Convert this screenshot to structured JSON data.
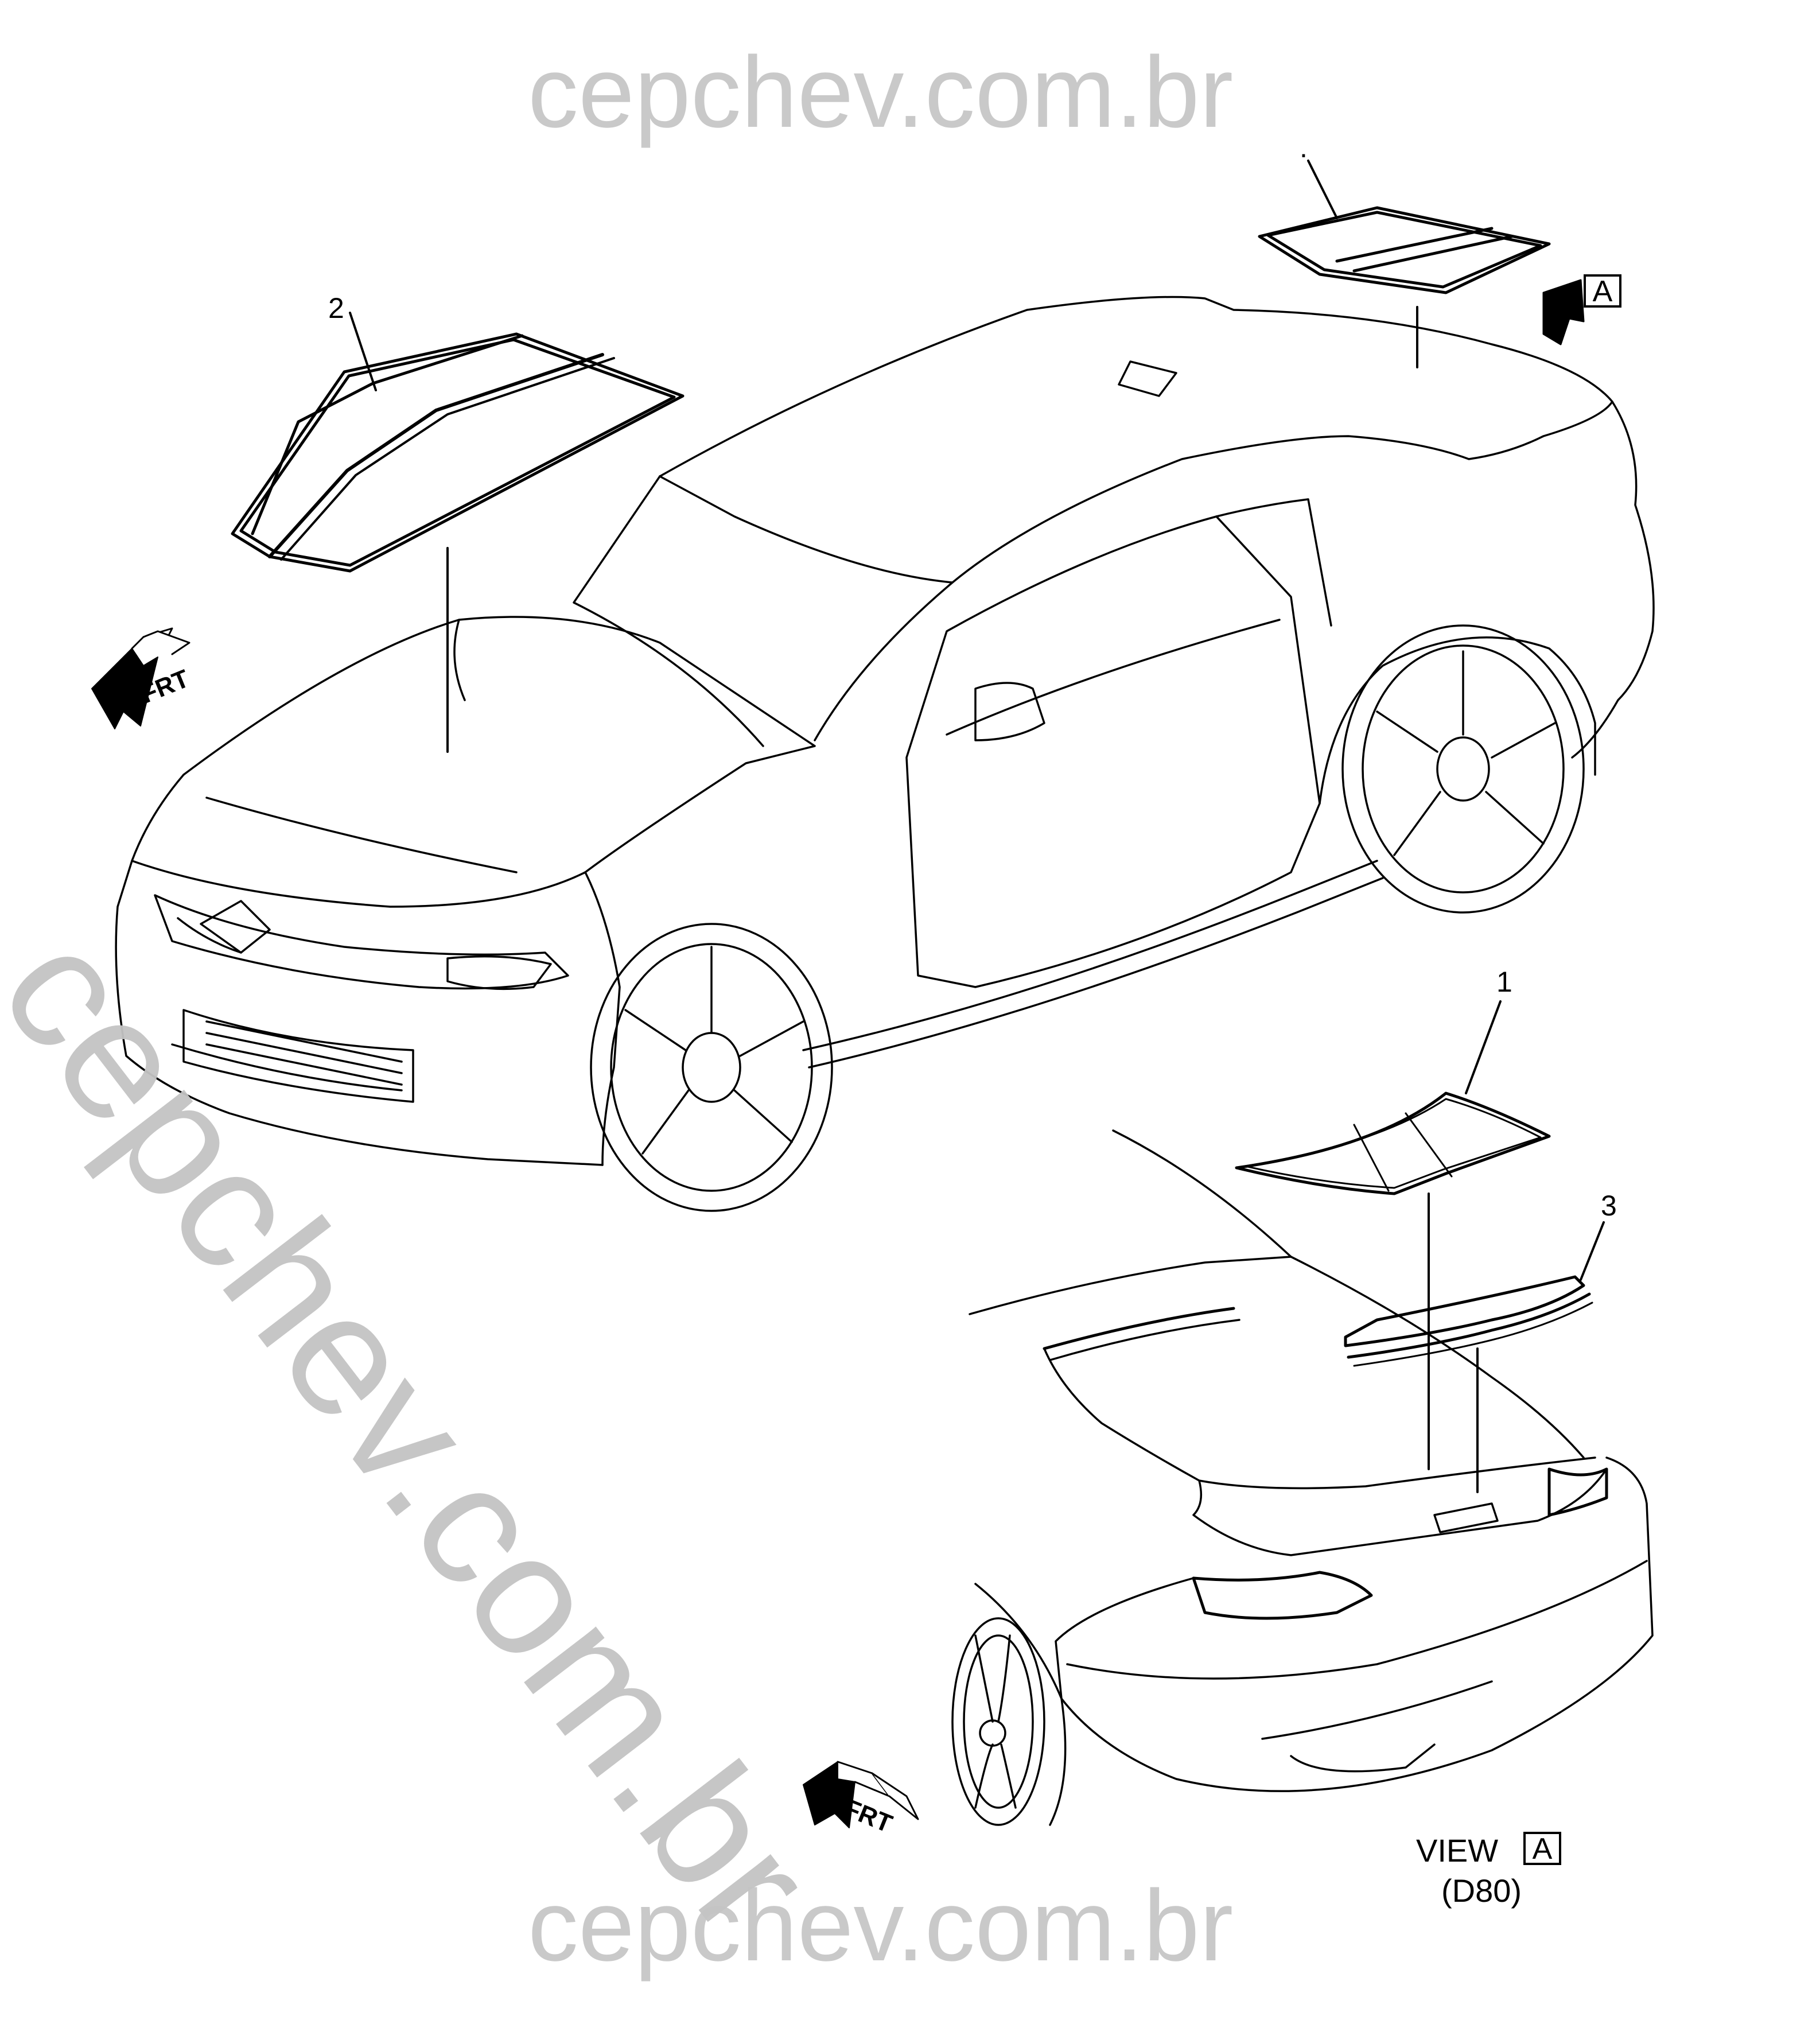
{
  "watermarks": {
    "top": "cepchev.com.br",
    "bottom": "cepchev.com.br",
    "diagonal": "cepchev.com.br"
  },
  "callouts": {
    "item1": "1",
    "item2": "2",
    "item3": "3",
    "item4": "."
  },
  "view": {
    "word": "VIEW",
    "letter": "A",
    "code": "(D80)"
  },
  "arrow_a": {
    "letter": "A"
  },
  "frt": {
    "label1": "FRT",
    "label2": "FRT"
  },
  "colors": {
    "line": "#000000",
    "watermark": "#c9c9c9",
    "background": "#ffffff"
  }
}
